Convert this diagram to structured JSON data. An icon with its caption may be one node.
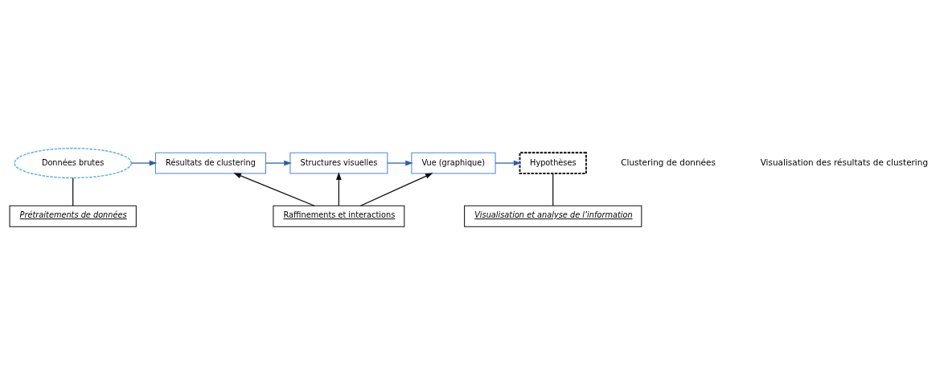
{
  "diagram": {
    "nodes": [
      {
        "text": [
          "Données brutes"
        ]
      },
      {
        "text": [
          "Résultats de clustering"
        ]
      },
      {
        "text": [
          "Structures visuelles"
        ]
      },
      {
        "text": [
          "Vue (graphique)"
        ]
      },
      {
        "text": [
          "Hypothèses"
        ]
      },
      {
        "text": [
          "Prétraitements de données"
        ]
      },
      {
        "text": [
          "Raffinements et interactions"
        ]
      },
      {
        "text": [
          "Visualisation et analyse de l’information"
        ]
      }
    ],
    "edges": [
      {
        "from": 0,
        "to": 1,
        "arrow": "to",
        "color": "#2e5fa8"
      },
      {
        "from": 1,
        "to": 2,
        "arrow": "to",
        "color": "#2e5fa8"
      },
      {
        "from": 2,
        "to": 3,
        "arrow": "to",
        "color": "#2e5fa8"
      },
      {
        "from": 3,
        "to": 4,
        "arrow": "to",
        "color": "#2e5fa8"
      },
      {
        "from": 6,
        "to": 1,
        "arrow": "to"
      },
      {
        "from": 6,
        "to": 2,
        "arrow": "to"
      },
      {
        "from": 6,
        "to": 3,
        "arrow": "to"
      },
      {
        "from": 5,
        "to": 0,
        "arrow": "none"
      },
      {
        "from": 7,
        "to": 4,
        "arrow": "none"
      }
    ],
    "labels": [
      "Clustering de données",
      "Visualisation des résultats de clustering"
    ]
  }
}
